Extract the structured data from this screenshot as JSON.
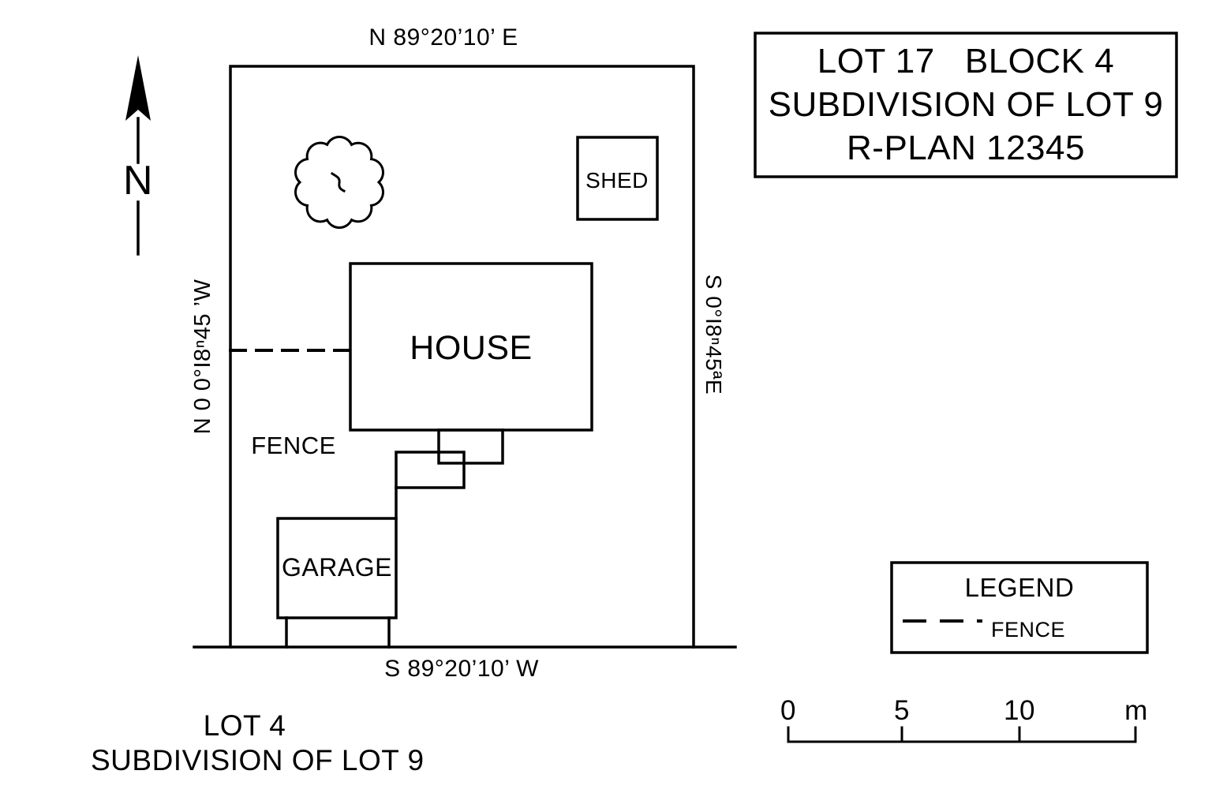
{
  "plan": {
    "north_label": "N",
    "bearings": {
      "top": "N 89°20’10’ E",
      "bottom": "S 89°20’10’ W",
      "left": "N 0 0°I8ⁿ45 ’W",
      "right": "S 0°I8ⁿ45ªE"
    },
    "labels": {
      "house": "HOUSE",
      "garage": "GARAGE",
      "shed": "SHED",
      "fence": "FENCE"
    },
    "symbols": {
      "north_arrow": "north-arrow",
      "tree": "tree-canopy",
      "fence_line": "dashed-line"
    }
  },
  "title_block": {
    "line1": "LOT 17   BLOCK 4",
    "line2": "SUBDIVISION OF LOT 9",
    "line3": "R-PLAN 12345"
  },
  "adjacent_lot": {
    "line1": "LOT 4",
    "line2": "SUBDIVISION OF LOT 9"
  },
  "legend": {
    "title": "LEGEND",
    "items": [
      {
        "symbol": "dashed-line",
        "label": "FENCE"
      }
    ]
  },
  "scale_bar": {
    "tick_labels": [
      "0",
      "5",
      "10"
    ],
    "unit": "m"
  },
  "colors": {
    "ink": "#000000",
    "background": "#ffffff"
  }
}
